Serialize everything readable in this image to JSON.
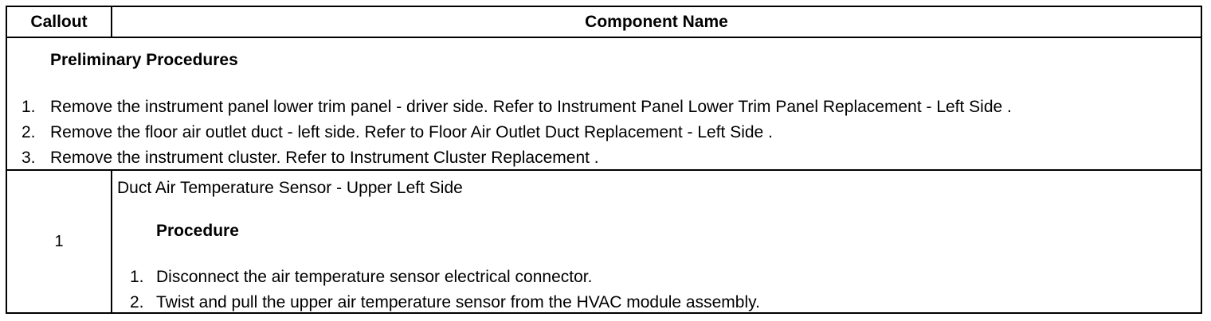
{
  "header": {
    "callout_label": "Callout",
    "component_label": "Component Name"
  },
  "preliminary": {
    "heading": "Preliminary Procedures",
    "steps": [
      {
        "num": "1.",
        "text": "Remove the instrument panel lower trim panel - driver side. Refer to Instrument Panel Lower Trim Panel Replacement - Left Side ."
      },
      {
        "num": "2.",
        "text": "Remove the floor air outlet duct - left side. Refer to Floor Air Outlet Duct Replacement - Left Side ."
      },
      {
        "num": "3.",
        "text": "Remove the instrument cluster. Refer to Instrument Cluster Replacement ."
      }
    ]
  },
  "components": [
    {
      "callout": "1",
      "name": "Duct Air Temperature Sensor - Upper Left Side",
      "procedure_heading": "Procedure",
      "steps": [
        {
          "num": "1.",
          "text": "Disconnect the air temperature sensor electrical connector."
        },
        {
          "num": "2.",
          "text": "Twist and pull the upper air temperature sensor from the HVAC module assembly."
        }
      ]
    }
  ]
}
